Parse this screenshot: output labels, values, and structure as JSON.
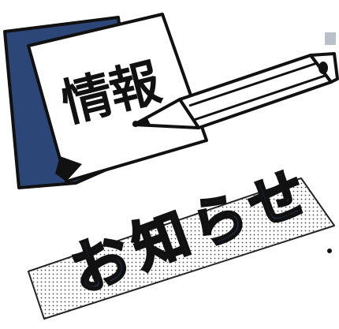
{
  "title": "情報",
  "subtitle_chars": [
    "お",
    "知",
    "ら",
    "せ"
  ],
  "colors": {
    "navy": "#2c4777",
    "ink": "#111111",
    "paper": "#ffffff",
    "gray_square": "#b9c0c9"
  }
}
